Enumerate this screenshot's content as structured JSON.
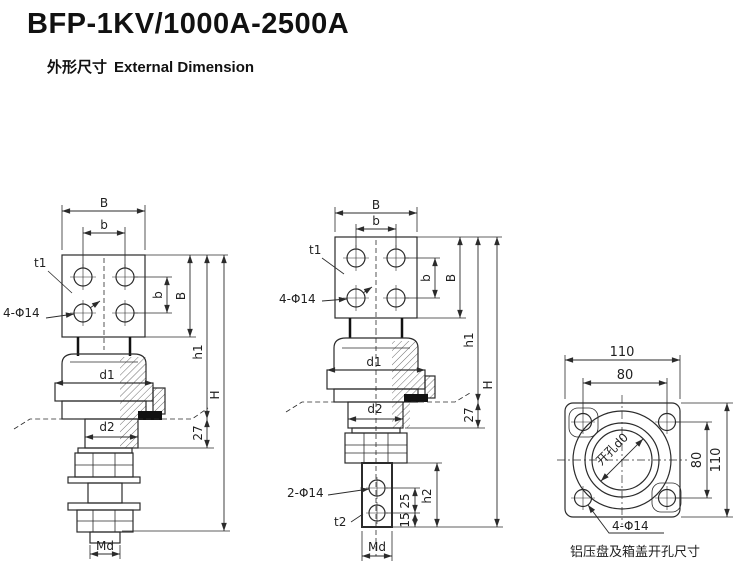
{
  "header": {
    "title": "BFP-1KV/1000A-2500A",
    "subtitle_cn": "外形尺寸",
    "subtitle_en": "External Dimension"
  },
  "left_view": {
    "dim_B_top": "B",
    "dim_b_top": "b",
    "label_t1": "t1",
    "label_holes": "4-Φ14",
    "dim_b_right": "b",
    "dim_B_right": "B",
    "dim_h1": "h1",
    "dim_27": "27",
    "dim_H": "H",
    "dim_d1": "d1",
    "dim_d2": "d2",
    "dim_Md": "Md"
  },
  "middle_view": {
    "dim_B_top": "B",
    "dim_b_top": "b",
    "label_t1": "t1",
    "label_holes": "4-Φ14",
    "dim_b_right": "b",
    "dim_B_right": "B",
    "dim_h1": "h1",
    "dim_27": "27",
    "dim_H": "H",
    "dim_d1": "d1",
    "dim_d2": "d2",
    "label_lug_holes": "2-Φ14",
    "dim_25": "25",
    "dim_15": "15",
    "dim_h2": "h2",
    "label_t2": "t2",
    "dim_Md": "Md"
  },
  "right_view": {
    "dim_width": "110",
    "dim_hole_span_h": "80",
    "dim_hole_span_v": "80",
    "dim_height": "110",
    "label_center_hole": "开孔d0",
    "label_corner_holes": "4-Φ14",
    "caption": "铝压盘及箱盖开孔尺寸"
  },
  "colors": {
    "line": "#2b2b2b",
    "text": "#1f1f1f",
    "background": "#ffffff"
  }
}
